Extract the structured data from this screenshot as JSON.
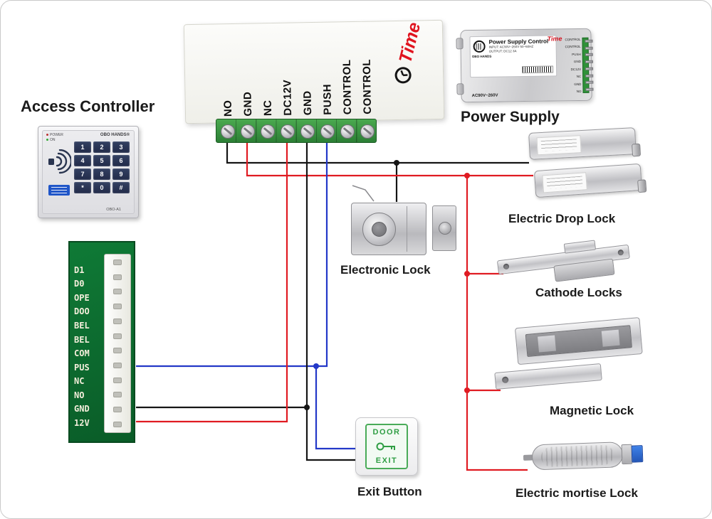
{
  "diagram": {
    "labels": {
      "access_controller": "Access Controller",
      "power_supply": "Power Supply",
      "electronic_lock": "Electronic Lock",
      "electric_drop_lock": "Electric Drop Lock",
      "cathode_locks": "Cathode Locks",
      "magnetic_lock": "Magnetic Lock",
      "electric_mortise_lock": "Electric mortise Lock",
      "exit_button": "Exit Button"
    }
  },
  "controller_board": {
    "brand": "Time",
    "terminals": [
      "NO",
      "GND",
      "NC",
      "DC12V",
      "GND",
      "PUSH",
      "CONTROL",
      "CONTROL"
    ]
  },
  "power_supply_unit": {
    "title": "Power Supply Control",
    "spec_line1": "INPUT: AC90V~260V 50~60HZ",
    "spec_line2": "OUTPUT: DC12 3A",
    "brand": "OBO HANDS",
    "brand_time": "Time",
    "voltage": "AC90V~260V",
    "pins": [
      "CONTROL",
      "CONTROL",
      "PUSH",
      "GND",
      "DC12V",
      "NC",
      "GND",
      "NO"
    ]
  },
  "keypad": {
    "brand": "OBO HANDS®",
    "power_label": "POWER",
    "on_label": "ON",
    "model": "OBO-A1",
    "keys": [
      "1",
      "2",
      "3",
      "4",
      "5",
      "6",
      "7",
      "8",
      "9",
      "*",
      "0",
      "#"
    ]
  },
  "pcb": {
    "pins": [
      "D1",
      "D0",
      "OPE",
      "DOO",
      "BEL",
      "BEL",
      "COM",
      "PUS",
      "NC",
      "NO",
      "GND",
      "12V"
    ]
  },
  "exit_button_device": {
    "line1": "DOOR",
    "line2": "EXIT"
  },
  "wire_colors": {
    "power": "#e01b22",
    "ground": "#151515",
    "signal": "#2338c8"
  }
}
